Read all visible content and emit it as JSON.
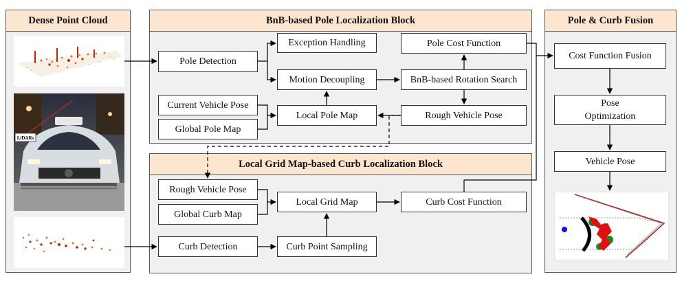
{
  "panels": {
    "dense_cloud": {
      "title": "Dense Point Cloud"
    },
    "pole_block": {
      "title": "BnB-based Pole Localization Block"
    },
    "curb_block": {
      "title": "Local Grid Map-based Curb Localization Block"
    },
    "fusion": {
      "title": "Pole & Curb Fusion"
    }
  },
  "pole_boxes": {
    "pole_detection": "Pole Detection",
    "exception_handling": "Exception Handling",
    "motion_decoupling": "Motion Decoupling",
    "pole_cost_function": "Pole Cost Function",
    "bnb_rotation_search": "BnB-based Rotation Search",
    "current_vehicle_pose": "Current Vehicle Pose",
    "global_pole_map": "Global Pole Map",
    "local_pole_map": "Local Pole Map",
    "rough_vehicle_pose": "Rough Vehicle Pose"
  },
  "curb_boxes": {
    "rough_vehicle_pose": "Rough Vehicle Pose",
    "global_curb_map": "Global Curb Map",
    "local_grid_map": "Local Grid Map",
    "curb_cost_function": "Curb Cost Function",
    "curb_detection": "Curb Detection",
    "curb_point_sampling": "Curb Point Sampling"
  },
  "fusion_boxes": {
    "cost_function_fusion": "Cost Function Fusion",
    "pose_optimization_line1": "Pose",
    "pose_optimization_line2": "Optimization",
    "vehicle_pose": "Vehicle Pose"
  },
  "photo": {
    "lidar_label": "LiDARs"
  },
  "colors": {
    "header_fill": "#fde5cf",
    "panel_fill": "#f0f0f0",
    "box_fill": "#ffffff",
    "point_red": "#cc2200",
    "point_orange": "#e07020",
    "curb_green": "#1a8a1a",
    "curb_red": "#e01010",
    "vehicle_blue": "#1010e0"
  }
}
